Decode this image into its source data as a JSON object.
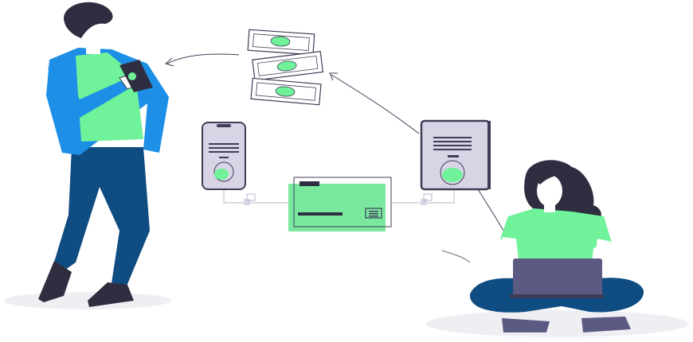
{
  "illustration": {
    "colors": {
      "accent_green": "#6ff29a",
      "card_green": "#7be8a0",
      "blue_jacket": "#1d8fe6",
      "navy": "#0f4c81",
      "dark_hair": "#2f2e41",
      "device_fill": "#d8d4e6",
      "laptop": "#5b5a82",
      "ground_shadow": "#efeef3",
      "outline": "#3f3d56",
      "skin": "#ffffff"
    },
    "elements": {
      "man": "man-standing-with-phone",
      "woman": "woman-sitting-with-laptop",
      "phone": "smartphone-device",
      "pos": "payment-terminal-device",
      "card": "credit-card",
      "bills": "banknote-stack",
      "arrows": "money-flow-arrows"
    }
  }
}
